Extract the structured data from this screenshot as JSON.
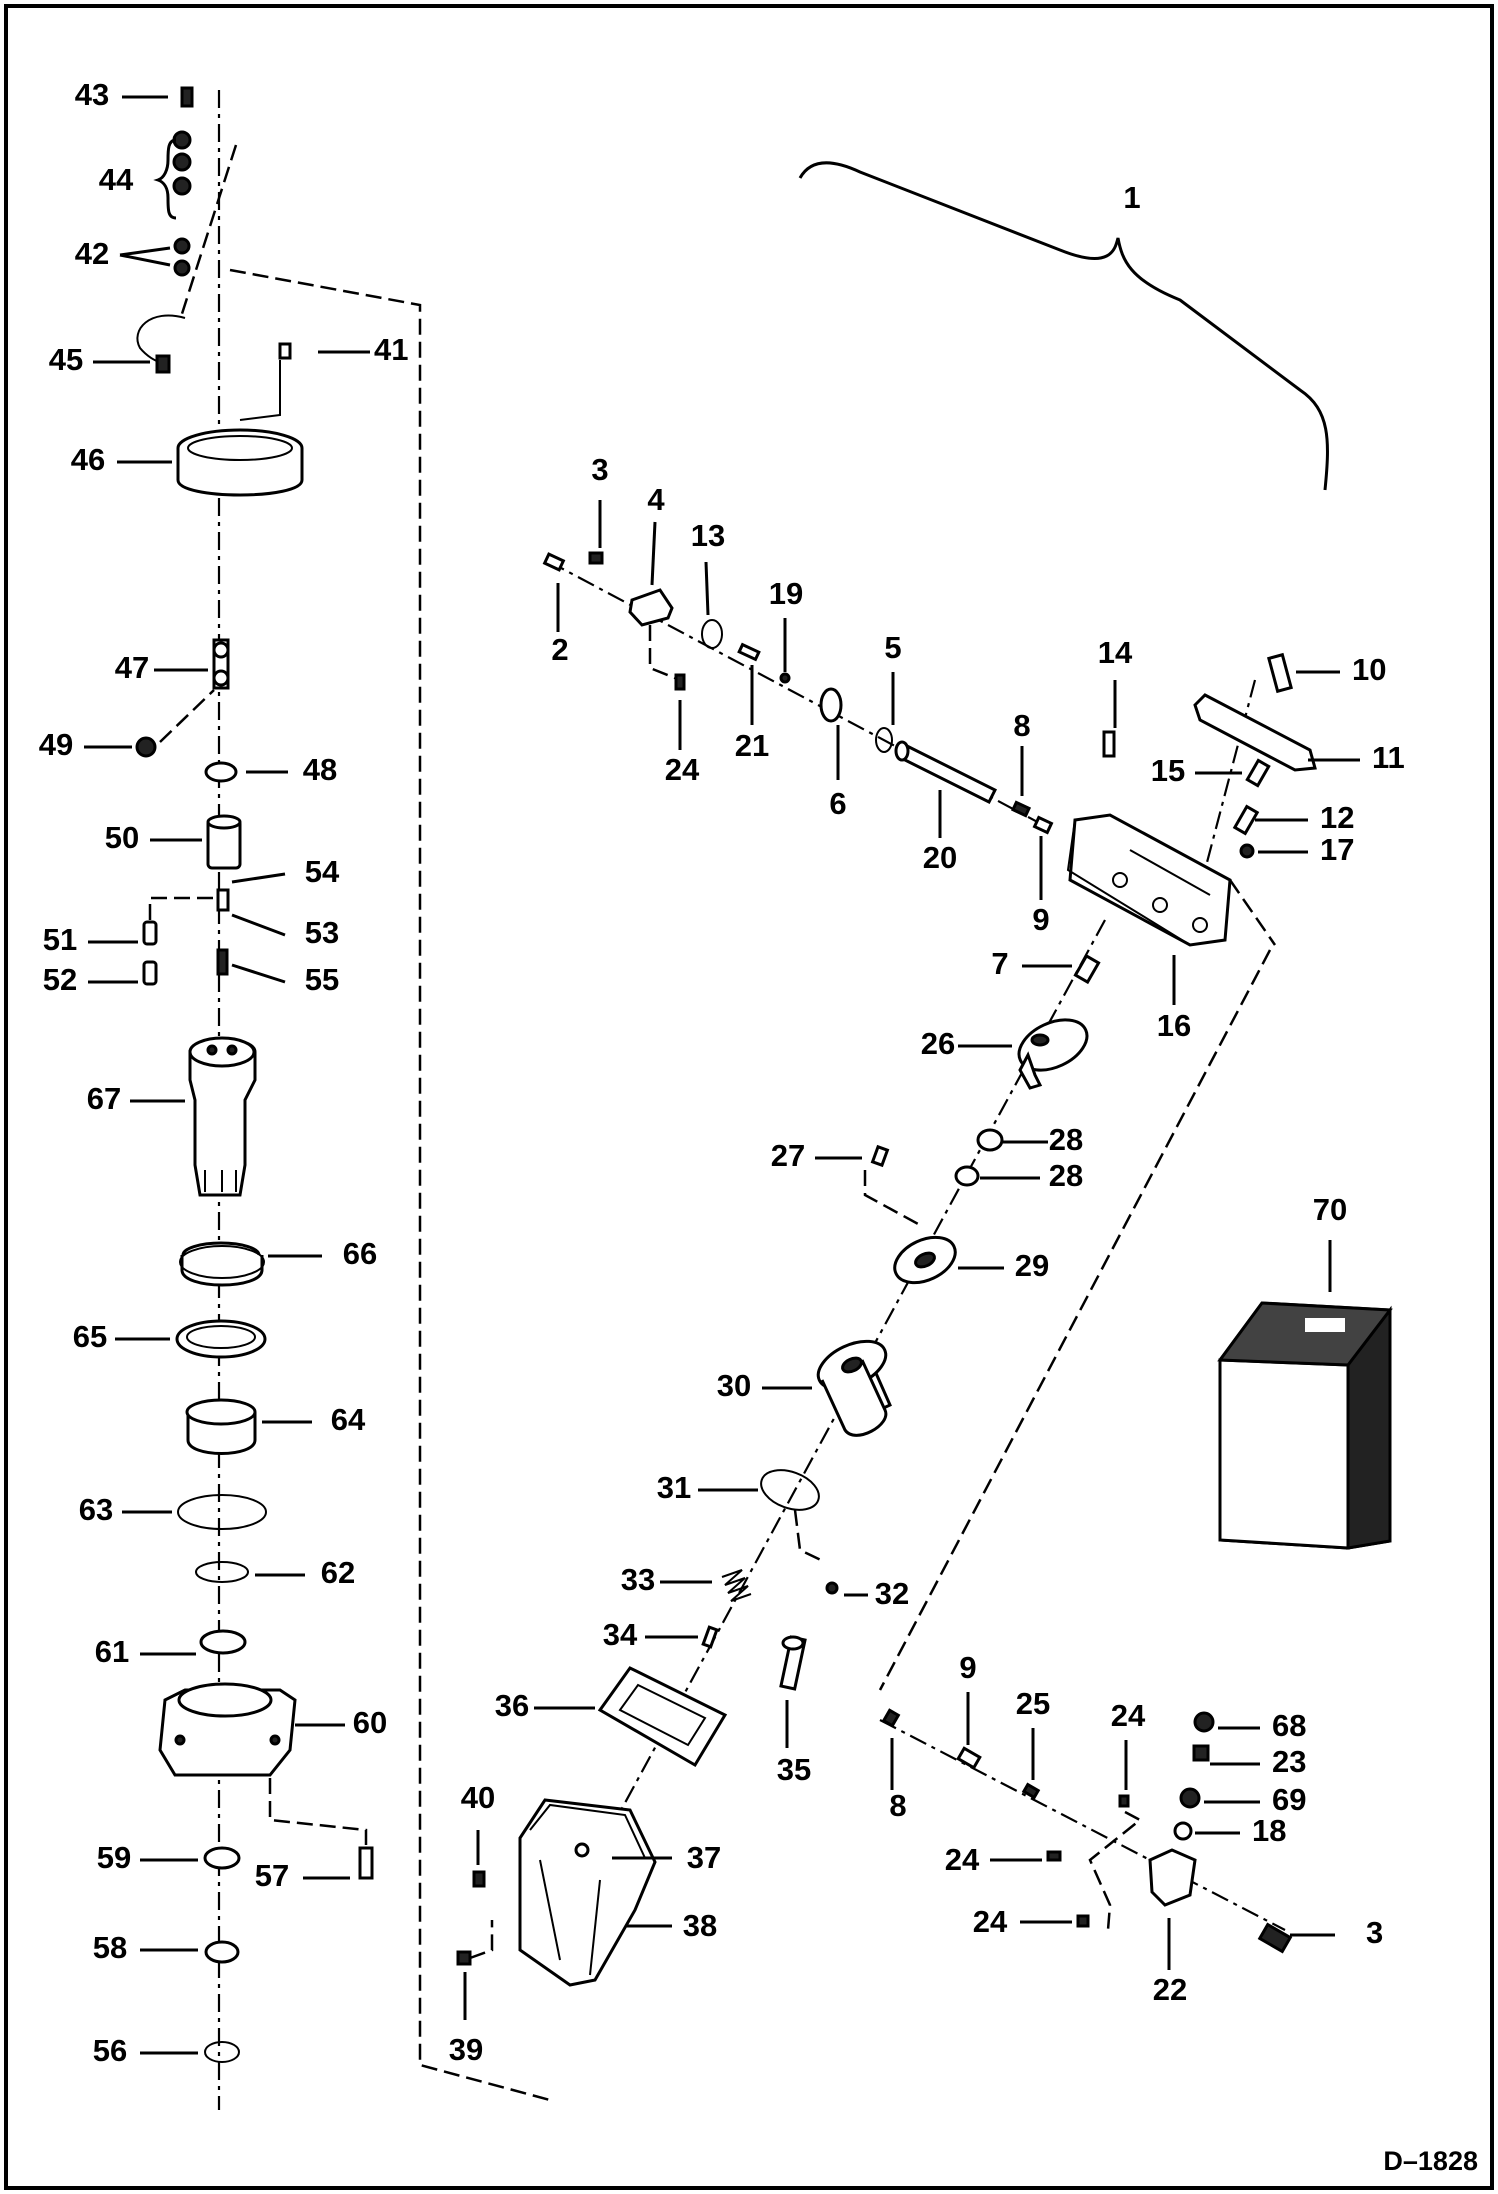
{
  "drawing": {
    "code": "D–1828",
    "callouts": [
      "1",
      "2",
      "3",
      "4",
      "5",
      "6",
      "7",
      "8",
      "9",
      "10",
      "11",
      "12",
      "13",
      "14",
      "15",
      "16",
      "17",
      "18",
      "19",
      "20",
      "21",
      "22",
      "23",
      "24",
      "25",
      "26",
      "27",
      "28",
      "29",
      "30",
      "31",
      "32",
      "33",
      "34",
      "35",
      "36",
      "37",
      "38",
      "39",
      "40",
      "41",
      "42",
      "43",
      "44",
      "45",
      "46",
      "47",
      "48",
      "49",
      "50",
      "51",
      "52",
      "53",
      "54",
      "55",
      "56",
      "57",
      "58",
      "59",
      "60",
      "61",
      "62",
      "63",
      "64",
      "65",
      "66",
      "67",
      "68",
      "69",
      "70"
    ]
  }
}
